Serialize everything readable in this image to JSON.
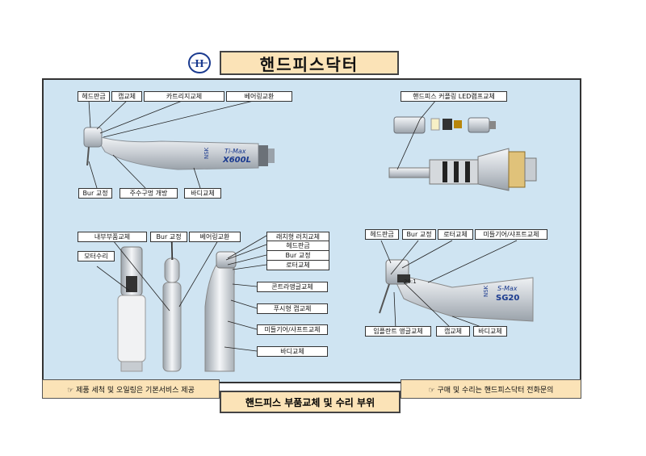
{
  "header": {
    "title": "핸드피스닥터"
  },
  "section1": {
    "labels": [
      "헤드판금",
      "캡교체",
      "카트리지교체",
      "베어링교환",
      "Bur 교정",
      "주수구멍 개방",
      "바디교체"
    ],
    "product_text": [
      "Ti-Max",
      "X600L",
      "NSK"
    ]
  },
  "section2": {
    "labels": [
      "핸드피스 커플링 LED램프교체"
    ]
  },
  "section3": {
    "labels": [
      "내부부품교체",
      "Bur 교정",
      "베어링교환",
      "래치형 러치교체",
      "헤드판금",
      "Bur 교정",
      "로터교체",
      "모터수리",
      "콘트라앵글교체",
      "푸시형 캡교체",
      "미들기어/샤프트교체",
      "바디교체"
    ]
  },
  "section4": {
    "labels": [
      "헤드판금",
      "Bur 교정",
      "로터교체",
      "미들기어/샤프트교체",
      "임플란트 앵글교체",
      "캡교체",
      "바디교체"
    ],
    "product_text": [
      "S-Max",
      "SG20",
      "NSK",
      "20:1"
    ]
  },
  "footer": {
    "left_note": "☞ 제품 세척 및 오일링은 기본서비스 제공",
    "right_note": "☞ 구매 및 수리는 핸드피스닥터 전화문의",
    "title": "핸드피스 부품교체 및 수리 부위"
  },
  "colors": {
    "panel_bg": "#cfe4f2",
    "label_bg": "#fbe3b7",
    "accent": "#1a3a8f"
  }
}
